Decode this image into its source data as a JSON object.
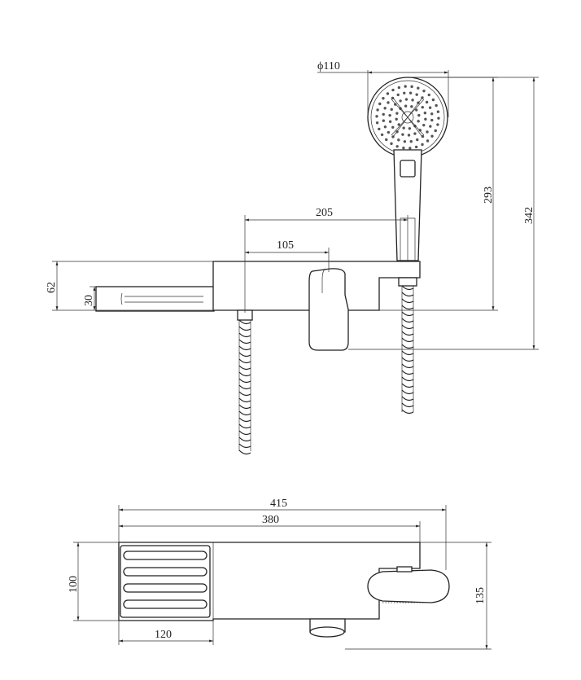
{
  "front_view": {
    "dim_head_diameter": "ϕ110",
    "dim_overall_height": "342",
    "dim_head_height": "293",
    "dim_outlet_spacing": "205",
    "dim_lever_offset": "105",
    "dim_body_height": "62",
    "dim_shelf_height": "30"
  },
  "top_view": {
    "dim_total_length": "415",
    "dim_body_length": "380",
    "dim_depth": "135",
    "dim_shelf_depth": "100",
    "dim_shelf_width": "120"
  }
}
